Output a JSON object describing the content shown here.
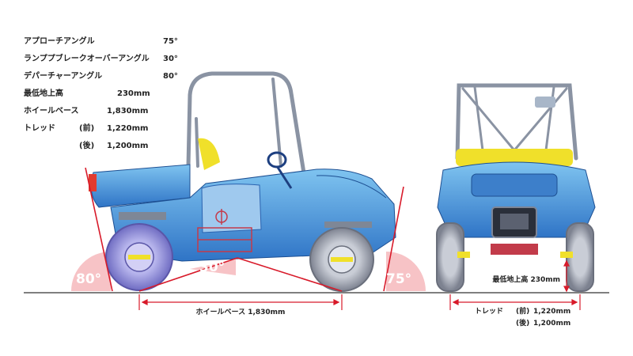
{
  "specs": [
    {
      "label": "アプローチアングル",
      "value": "75°"
    },
    {
      "label": "ランププブレークオーバーアングル",
      "value": "30°"
    },
    {
      "label": "デパーチャーアングル",
      "value": "80°"
    },
    {
      "label": "最低地上高",
      "value": "230mm"
    },
    {
      "label": "ホイールベース",
      "value": "1,830mm"
    },
    {
      "label": "トレッド",
      "sub": "(前)",
      "value": "1,220mm"
    },
    {
      "label": "",
      "sub": "(後)",
      "value": "1,200mm"
    }
  ],
  "side_view": {
    "departure_angle": "80°",
    "breakover_angle": "30°",
    "approach_angle": "75°",
    "wheelbase_label": "ホイールベース 1,830mm"
  },
  "front_view": {
    "clearance_label": "最低地上高 230mm",
    "tread_label": "トレッド",
    "tread_front_sub": "(前)",
    "tread_front_value": "1,220mm",
    "tread_rear_sub": "(後)",
    "tread_rear_value": "1,200mm"
  },
  "colors": {
    "body_blue": "#4a8fd6",
    "seat_yellow": "#f0e02a",
    "angle_red": "#d81a2a",
    "angle_fill": "#f7c3c6"
  }
}
